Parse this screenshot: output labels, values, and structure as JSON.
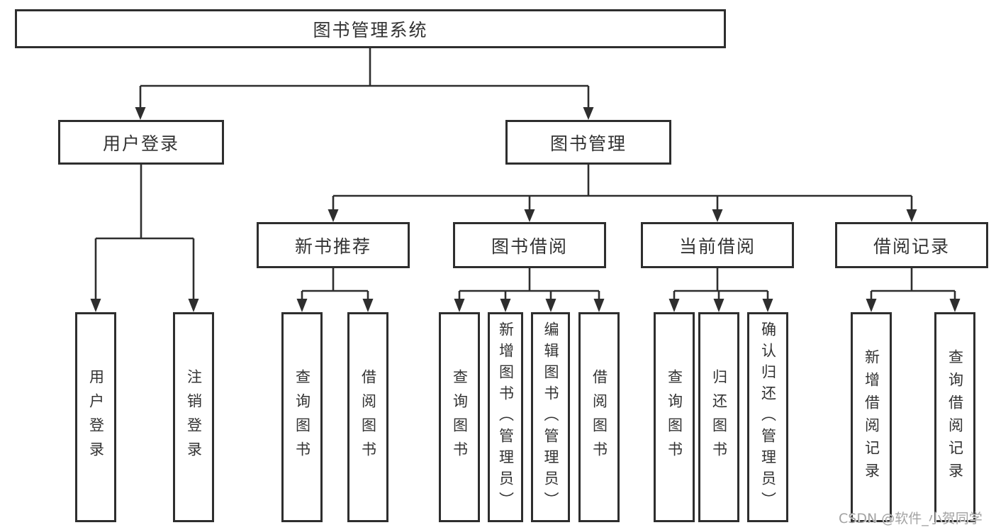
{
  "tree": {
    "root": {
      "label": "图书管理系统",
      "children": [
        {
          "label": "用户登录",
          "children": [
            {
              "label": "用户登录"
            },
            {
              "label": "注销登录"
            }
          ]
        },
        {
          "label": "图书管理",
          "children": [
            {
              "label": "新书推荐",
              "children": [
                {
                  "label": "查询图书"
                },
                {
                  "label": "借阅图书"
                }
              ]
            },
            {
              "label": "图书借阅",
              "children": [
                {
                  "label": "查询图书"
                },
                {
                  "label": "新增图书（管理员）"
                },
                {
                  "label": "编辑图书（管理员）"
                },
                {
                  "label": "借阅图书"
                }
              ]
            },
            {
              "label": "当前借阅",
              "children": [
                {
                  "label": "查询图书"
                },
                {
                  "label": "归还图书"
                },
                {
                  "label": "确认归还（管理员）"
                }
              ]
            },
            {
              "label": "借阅记录",
              "children": [
                {
                  "label": "新增借阅记录"
                },
                {
                  "label": "查询借阅记录"
                }
              ]
            }
          ]
        }
      ]
    }
  },
  "watermark": {
    "text": "CSDN @软件_小贺同学"
  },
  "colors": {
    "line": "#2e2e2e",
    "box_border": "#2e2e2e",
    "box_fill": "#ffffff",
    "text": "#333333",
    "background": "#ffffff",
    "watermark": "#a3a3a3"
  }
}
